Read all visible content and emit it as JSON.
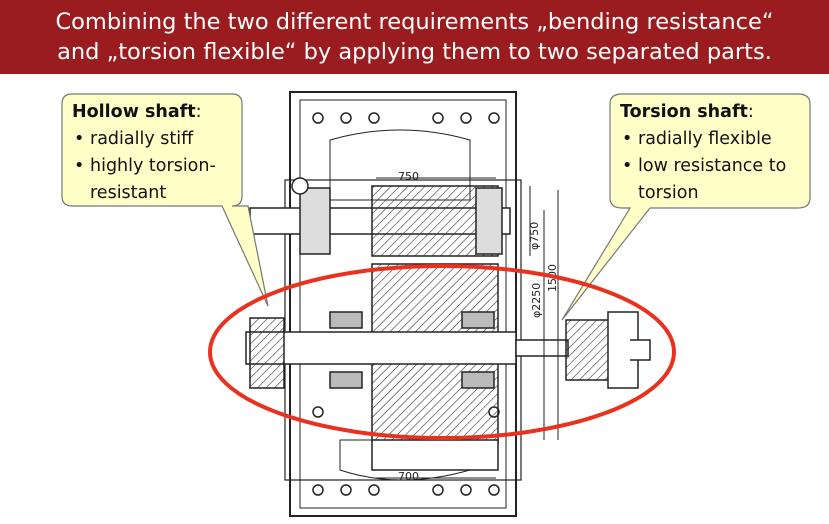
{
  "header": {
    "line1": "Combining the two different requirements „bending resistance“",
    "line2": "and „torsion flexible“ by applying them to two separated parts."
  },
  "left_callout": {
    "title": "Hollow shaft",
    "colon": ":",
    "items": [
      "radially stiff",
      "highly torsion-",
      "resistant"
    ]
  },
  "right_callout": {
    "title": "Torsion shaft",
    "colon": ":",
    "items": [
      "radially flexible",
      "low resistance to",
      "torsion"
    ]
  },
  "dimensions": {
    "top_width": "750",
    "bottom_width": "700",
    "dia_small": "φ750",
    "dia_large": "φ2250",
    "height": "1500"
  },
  "colors": {
    "banner": "#9b1c1f",
    "callout_fill": "#ffffc8",
    "highlight_ellipse": "#e8321f"
  }
}
